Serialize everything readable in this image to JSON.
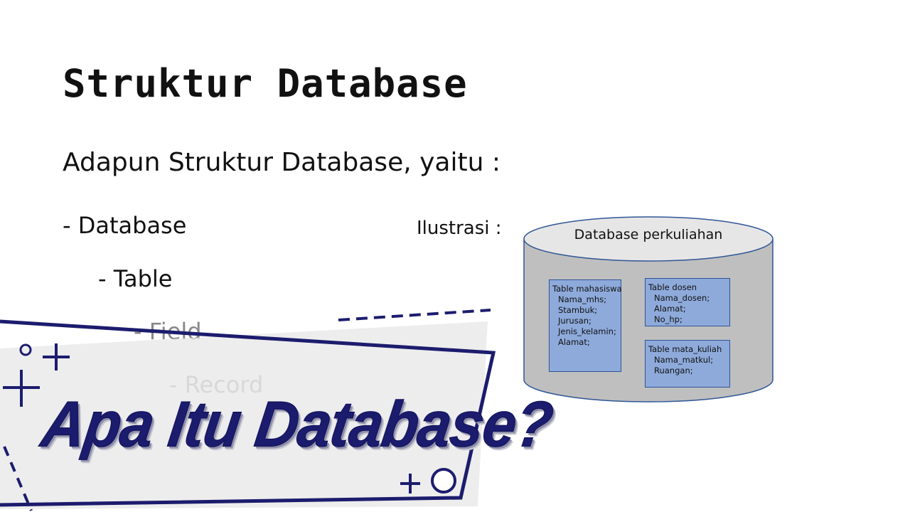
{
  "slide": {
    "title": "Struktur Database",
    "subtitle": "Adapun Struktur Database, yaitu :",
    "hierarchy": [
      "- Database",
      "- Table",
      "- Field",
      "- Record"
    ],
    "illustration_label": "Ilustrasi :"
  },
  "illustration": {
    "database_name": "Database perkuliahan",
    "tables": [
      {
        "name": "Table mahasiswa",
        "fields": [
          "Nama_mhs;",
          "Stambuk;",
          "Jurusan;",
          "Jenis_kelamin;",
          "Alamat;"
        ]
      },
      {
        "name": "Table dosen",
        "fields": [
          "Nama_dosen;",
          "Alamat;",
          "No_hp;"
        ]
      },
      {
        "name": "Table mata_kuliah",
        "fields": [
          "Nama_matkul;",
          "Ruangan;"
        ]
      }
    ],
    "colors": {
      "cylinder": "#bfbfbf",
      "cylinder_top": "#e7e6e6",
      "outline": "#2f5597",
      "table_fill": "#8eaadb"
    }
  },
  "banner": {
    "text": "Apa Itu Database?",
    "colors": {
      "text": "#1c1c6e",
      "frame": "#1c1c6e",
      "panel": "#e6e6e6"
    }
  }
}
